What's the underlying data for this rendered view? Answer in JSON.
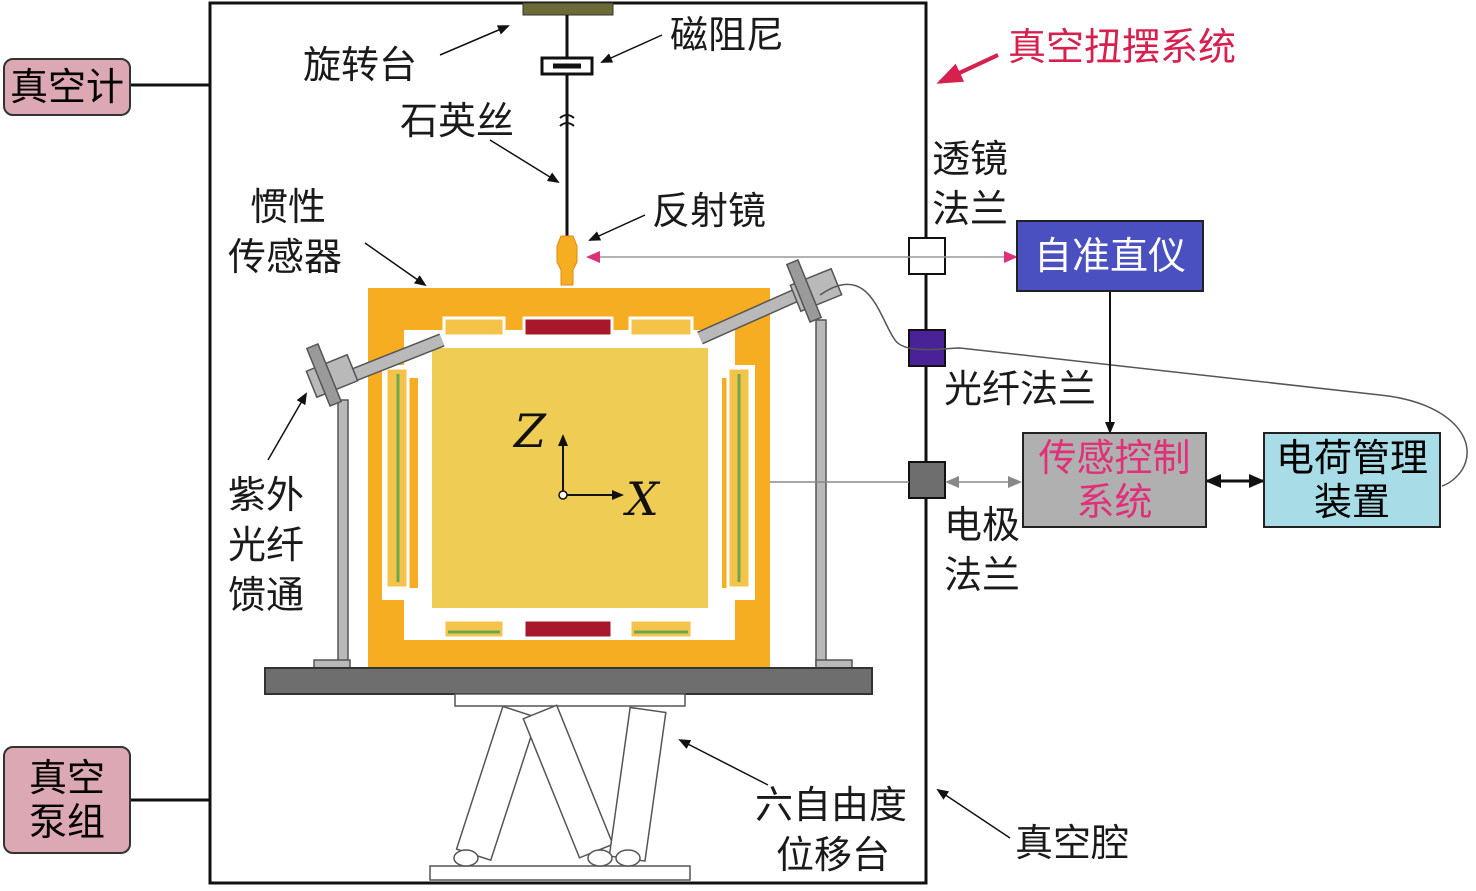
{
  "labels": {
    "vacuum_gauge": "真空计",
    "vacuum_pump_line1": "真空",
    "vacuum_pump_line2": "泵组",
    "rotary_stage": "旋转台",
    "magnetic_damper": "磁阻尼",
    "system_title": "真空扭摆系统",
    "quartz_fiber": "石英丝",
    "lens_flange_line1": "透镜",
    "lens_flange_line2": "法兰",
    "inertial_sensor_line1": "惯性",
    "inertial_sensor_line2": "传感器",
    "mirror": "反射镜",
    "autocollimator": "自准直仪",
    "fiber_flange": "光纤法兰",
    "sensor_control_line1": "传感控制",
    "sensor_control_line2": "系统",
    "charge_mgmt_line1": "电荷管理",
    "charge_mgmt_line2": "装置",
    "electrode_flange_line1": "电极",
    "electrode_flange_line2": "法兰",
    "uv_fiber_line1": "紫外",
    "uv_fiber_line2": "光纤",
    "uv_fiber_line3": "馈通",
    "hexapod_line1": "六自由度",
    "hexapod_line2": "位移台",
    "vacuum_chamber": "真空腔",
    "axis_z": "Z",
    "axis_x": "X"
  },
  "colors": {
    "gauge_box": "#dba8b3",
    "autocollimator_box": "#4a50c0",
    "sensor_control_box": "#b0b0b0",
    "sensor_control_text": "#e0307a",
    "charge_mgmt_box": "#a8dde8",
    "title_red": "#d6204e",
    "sensor_orange": "#f6ad22",
    "test_mass": "#efcd55",
    "electrode_red": "#a8182a",
    "fiber_flange": "#4a2298",
    "electrode_flange": "#6e6e6e",
    "rotary_stage": "#6b6b3a"
  }
}
